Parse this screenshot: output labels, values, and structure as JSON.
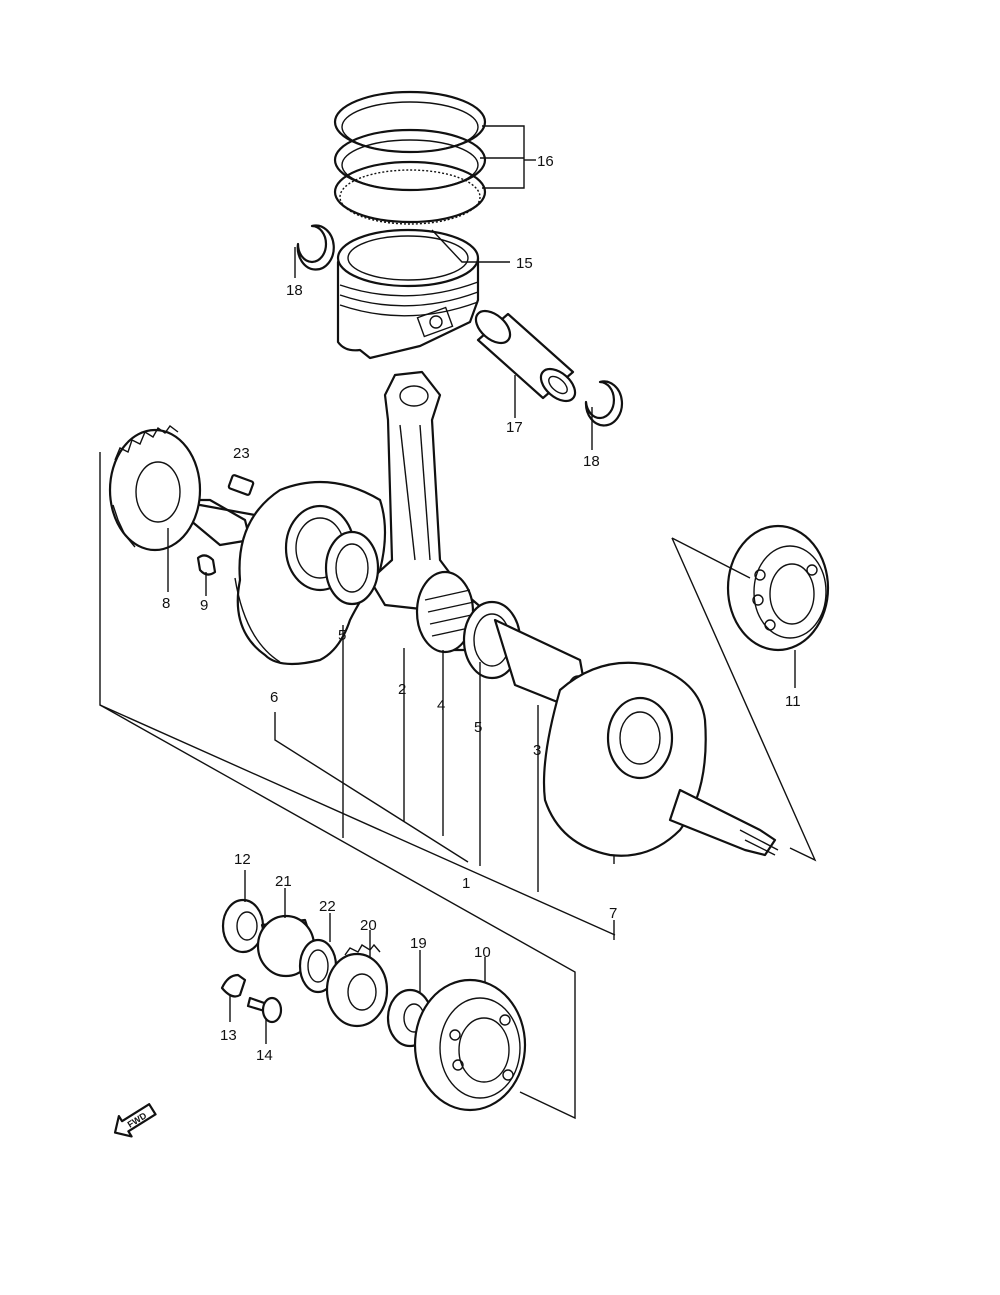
{
  "callouts": {
    "c1": "1",
    "c2": "2",
    "c3": "3",
    "c4": "4",
    "c5a": "5",
    "c5b": "5",
    "c6": "6",
    "c7": "7",
    "c8": "8",
    "c9": "9",
    "c10": "10",
    "c11": "11",
    "c12": "12",
    "c13": "13",
    "c14": "14",
    "c15": "15",
    "c16": "16",
    "c17": "17",
    "c18a": "18",
    "c18b": "18",
    "c19": "19",
    "c20": "20",
    "c21": "21",
    "c22": "22",
    "c23": "23"
  },
  "fwd_arrow": {
    "label": "FWD",
    "icon": "fwd-arrow-icon"
  }
}
